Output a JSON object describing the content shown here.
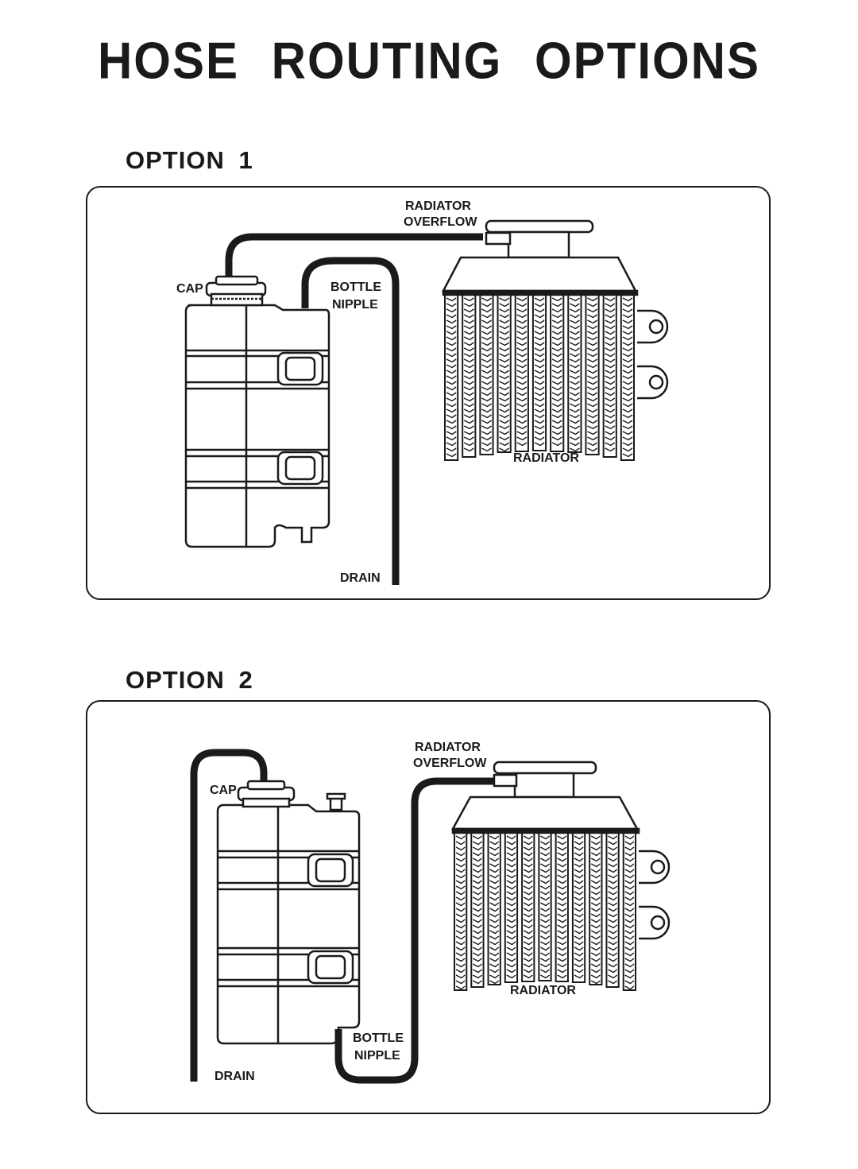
{
  "title": "HOSE ROUTING OPTIONS",
  "options": [
    {
      "heading": "OPTION 1",
      "labels": {
        "radiator_overflow_1": "RADIATOR",
        "radiator_overflow_2": "OVERFLOW",
        "cap": "CAP",
        "bottle_nipple_1": "BOTTLE",
        "bottle_nipple_2": "NIPPLE",
        "radiator": "RADIATOR",
        "drain": "DRAIN"
      }
    },
    {
      "heading": "OPTION 2",
      "labels": {
        "radiator_overflow_1": "RADIATOR",
        "radiator_overflow_2": "OVERFLOW",
        "cap": "CAP",
        "bottle_nipple_1": "BOTTLE",
        "bottle_nipple_2": "NIPPLE",
        "radiator": "RADIATOR",
        "drain": "DRAIN"
      }
    }
  ],
  "colors": {
    "ink": "#1a1a1a",
    "background": "#ffffff"
  }
}
